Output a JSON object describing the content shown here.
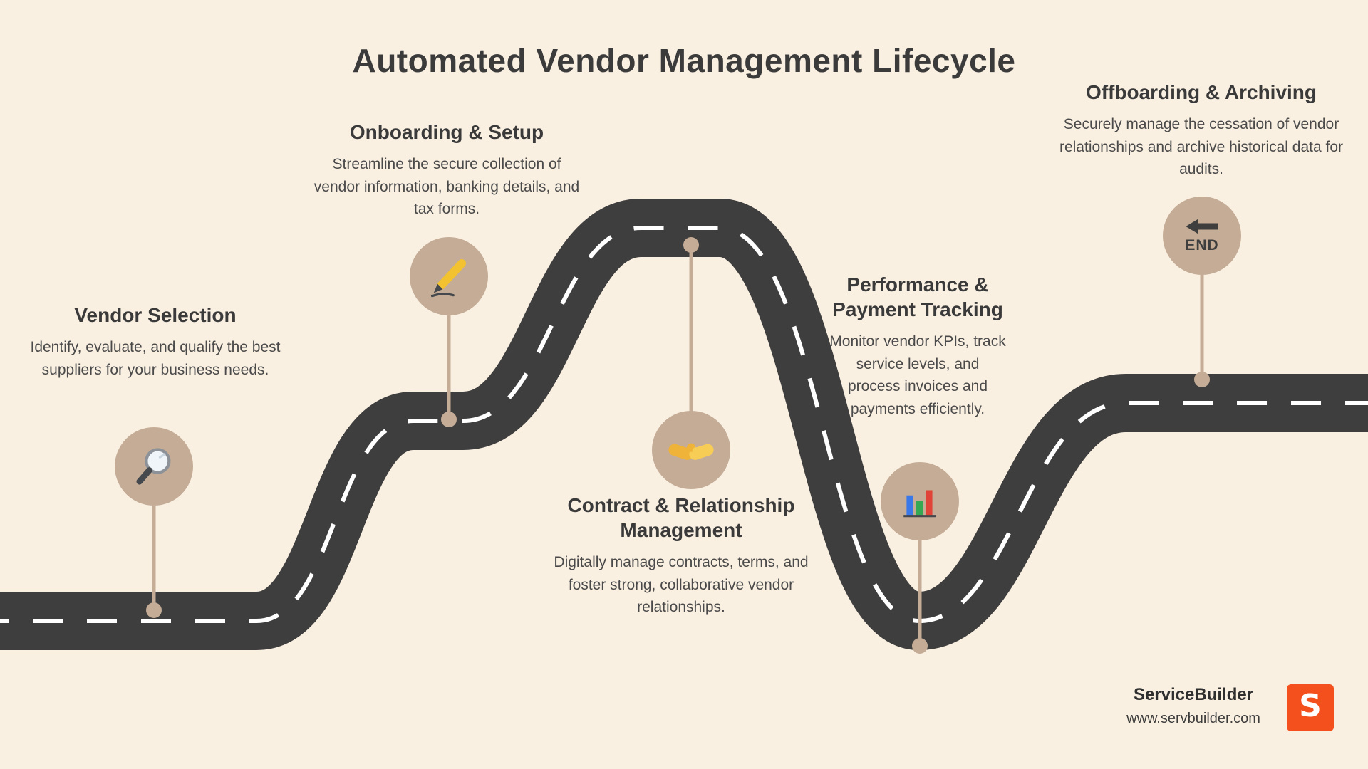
{
  "title": "Automated Vendor Management Lifecycle",
  "stages": [
    {
      "title": "Vendor Selection",
      "description": "Identify, evaluate, and qualify the best suppliers for your business needs.",
      "icon": "magnifier-icon"
    },
    {
      "title": "Onboarding & Setup",
      "description": "Streamline the secure collection of vendor information, banking details, and tax forms.",
      "icon": "writing-hand-icon"
    },
    {
      "title": "Contract & Relationship Management",
      "description": "Digitally manage contracts, terms, and foster strong, collaborative vendor relationships.",
      "icon": "handshake-icon"
    },
    {
      "title": "Performance & Payment Tracking",
      "description": "Monitor vendor KPIs, track service levels, and process invoices and payments efficiently.",
      "icon": "bar-chart-icon"
    },
    {
      "title": "Offboarding & Archiving",
      "description": "Securely manage the cessation of vendor relationships and archive historical data for audits.",
      "icon": "end-sign-icon",
      "badge": "END"
    }
  ],
  "footer": {
    "brand": "ServiceBuilder",
    "website": "www.servbuilder.com",
    "logo_letter": "S"
  },
  "colors": {
    "background": "#faf0e2",
    "road": "#3e3e3e",
    "road_dash": "#ffffff",
    "marker": "#c4ac96",
    "accent": "#f4501e",
    "heading_text": "#3a3a3a",
    "body_text": "#4a4a4a"
  }
}
